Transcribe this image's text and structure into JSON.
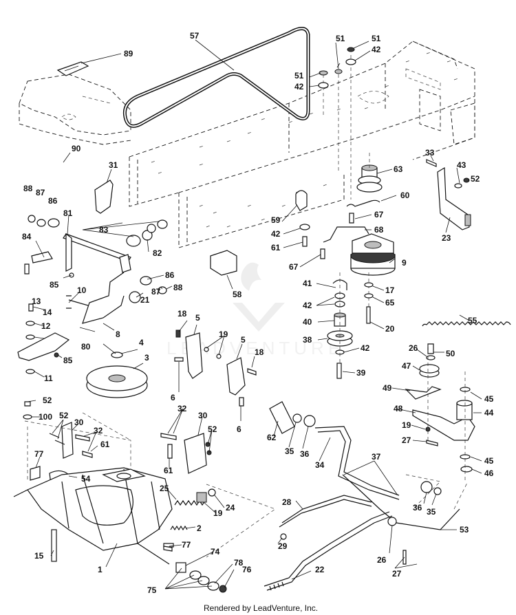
{
  "watermark": "LEADVENTURE",
  "footer": "Rendered by LeadVenture, Inc.",
  "callouts": [
    "57",
    "89",
    "90",
    "31",
    "51",
    "42",
    "51",
    "51",
    "42",
    "63",
    "33",
    "43",
    "52",
    "60",
    "23",
    "59",
    "42",
    "61",
    "67",
    "67",
    "68",
    "9",
    "88",
    "87",
    "86",
    "81",
    "84",
    "83",
    "82",
    "85",
    "86",
    "87",
    "88",
    "10",
    "21",
    "13",
    "14",
    "12",
    "80",
    "85",
    "8",
    "11",
    "18",
    "5",
    "19",
    "5",
    "18",
    "6",
    "6",
    "58",
    "41",
    "42",
    "40",
    "38",
    "42",
    "39",
    "17",
    "65",
    "20",
    "55",
    "26",
    "50",
    "47",
    "49",
    "48",
    "19",
    "27",
    "45",
    "44",
    "45",
    "46",
    "4",
    "3",
    "52",
    "100",
    "52",
    "30",
    "32",
    "61",
    "77",
    "54",
    "32",
    "30",
    "52",
    "61",
    "25",
    "19",
    "24",
    "2",
    "62",
    "35",
    "36",
    "34",
    "37",
    "28",
    "29",
    "36",
    "35",
    "53",
    "26",
    "27",
    "1",
    "15",
    "77",
    "74",
    "78",
    "76",
    "75",
    "22"
  ]
}
